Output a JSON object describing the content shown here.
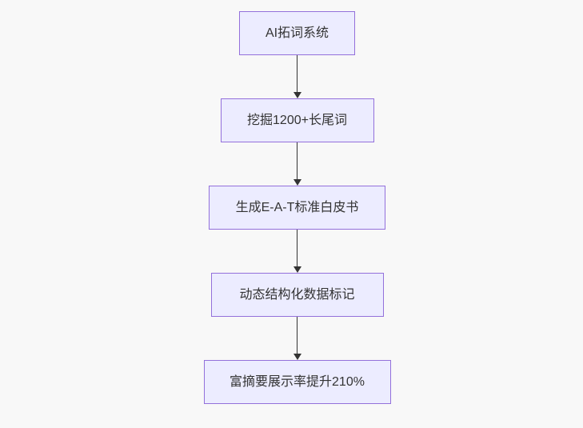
{
  "diagram": {
    "type": "flowchart",
    "direction": "top-down",
    "colors": {
      "background": "#f8f8f8",
      "node_fill": "#ECECFF",
      "node_border": "#9370DB",
      "text": "#333333",
      "arrow": "#333333"
    },
    "nodes": [
      {
        "id": "1",
        "label": "AI拓词系统"
      },
      {
        "id": "2",
        "label": "挖掘1200+长尾词"
      },
      {
        "id": "3",
        "label": "生成E-A-T标准白皮书"
      },
      {
        "id": "4",
        "label": "动态结构化数据标记"
      },
      {
        "id": "5",
        "label": "富摘要展示率提升210%"
      }
    ],
    "edges": [
      {
        "from": "1",
        "to": "2",
        "style": "arrow-down"
      },
      {
        "from": "2",
        "to": "3",
        "style": "arrow-down"
      },
      {
        "from": "3",
        "to": "4",
        "style": "arrow-down"
      },
      {
        "from": "4",
        "to": "5",
        "style": "arrow-down"
      }
    ]
  }
}
